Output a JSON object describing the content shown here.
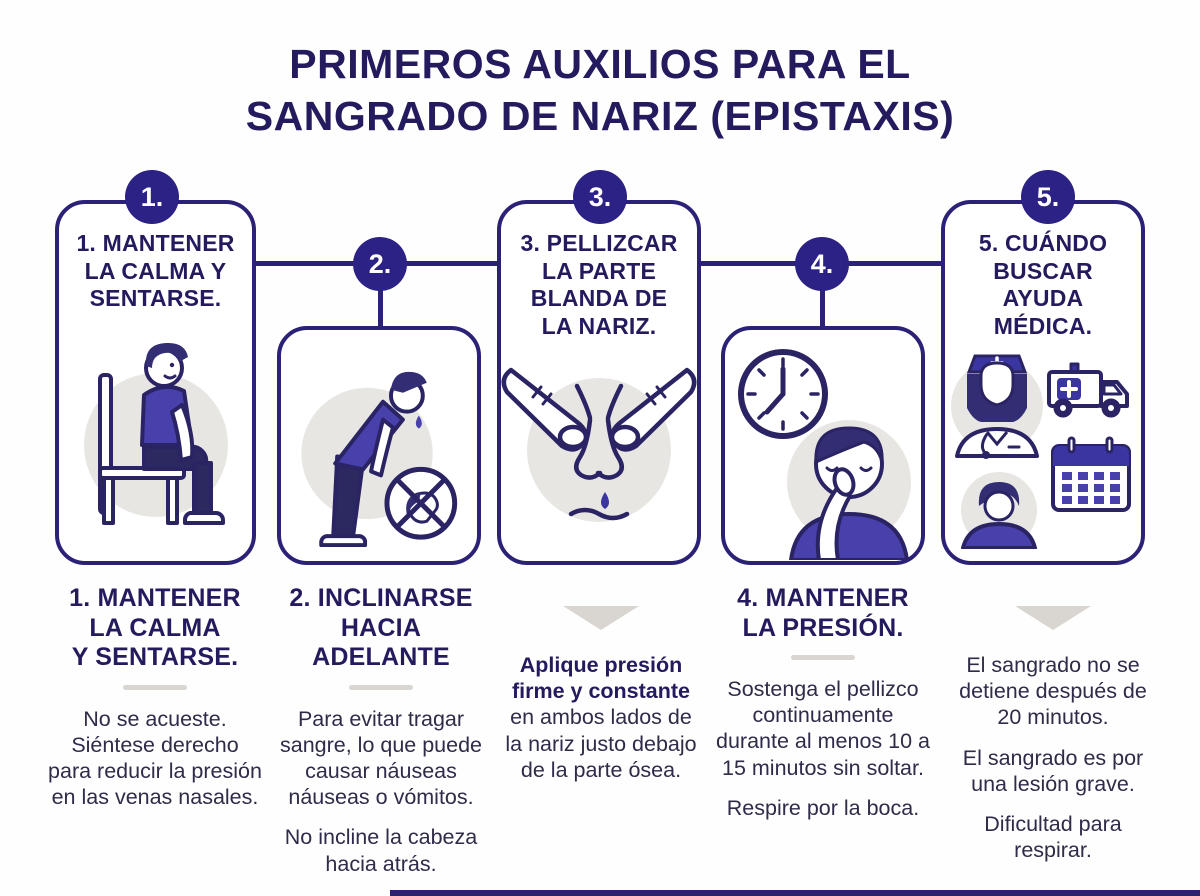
{
  "title": {
    "line1": "PRIMEROS AUXILIOS PARA EL",
    "line2": "SANGRADO DE NARIZ (EPISTAXIS)"
  },
  "colors": {
    "navy_outline": "#2b2277",
    "badge_fill": "#2c2185",
    "heading_text": "#241b5e",
    "body_text": "#2f2b49",
    "purple_fill": "#4840ab",
    "dark_fill": "#2b295f",
    "hair_fill": "#332e74",
    "circle_gray": "#e8e6e2",
    "divider_gray": "#d9d6d1"
  },
  "steps": [
    {
      "badge": "1.",
      "card_heading": "1. MANTENER\nLA CALMA Y\nSENTARSE.",
      "illustration": "person-sitting-on-chair",
      "below_heading": "1. MANTENER\nLA CALMA\nY SENTARSE.",
      "paragraphs": [
        "No se acueste.\nSiéntese derecho\npara reducir la presión\nen las venas nasales."
      ]
    },
    {
      "badge": "2.",
      "illustration": "person-leaning-forward-with-no-head-back-sign",
      "below_heading": "2. INCLINARSE\nHACIA\nADELANTE",
      "paragraphs": [
        "Para evitar tragar\nsangre, lo que puede\ncausar náuseas\nnáuseas o vómitos.",
        "No incline la cabeza\nhacia atrás."
      ]
    },
    {
      "badge": "3.",
      "card_heading": "3. PELLIZCAR\nLA PARTE\nBLANDA DE\nLA NARIZ.",
      "illustration": "fingers-pinching-bleeding-nose",
      "lead_bold": "Aplique presión\nfirme y constante",
      "lead_rest": "en ambos lados de\nla nariz justo debajo\nde la parte ósea."
    },
    {
      "badge": "4.",
      "illustration": "person-pinching-nose-with-clock",
      "below_heading": "4. MANTENER\nLA PRESIÓN.",
      "paragraphs": [
        "Sostenga el pellizco\ncontinuamente\ndurante al menos 10 a\n15 minutos sin soltar.",
        "Respire por la boca."
      ]
    },
    {
      "badge": "5.",
      "card_heading": "5. CUÁNDO\nBUSCAR\nAYUDA\nMÉDICA.",
      "illustration": "nurse-ambulance-patient-calendar",
      "paragraphs": [
        "El sangrado no se\ndetiene después de\n20 minutos.",
        "El sangrado es por\nuna lesión grave.",
        "Dificultad para\nrespirar."
      ]
    }
  ]
}
